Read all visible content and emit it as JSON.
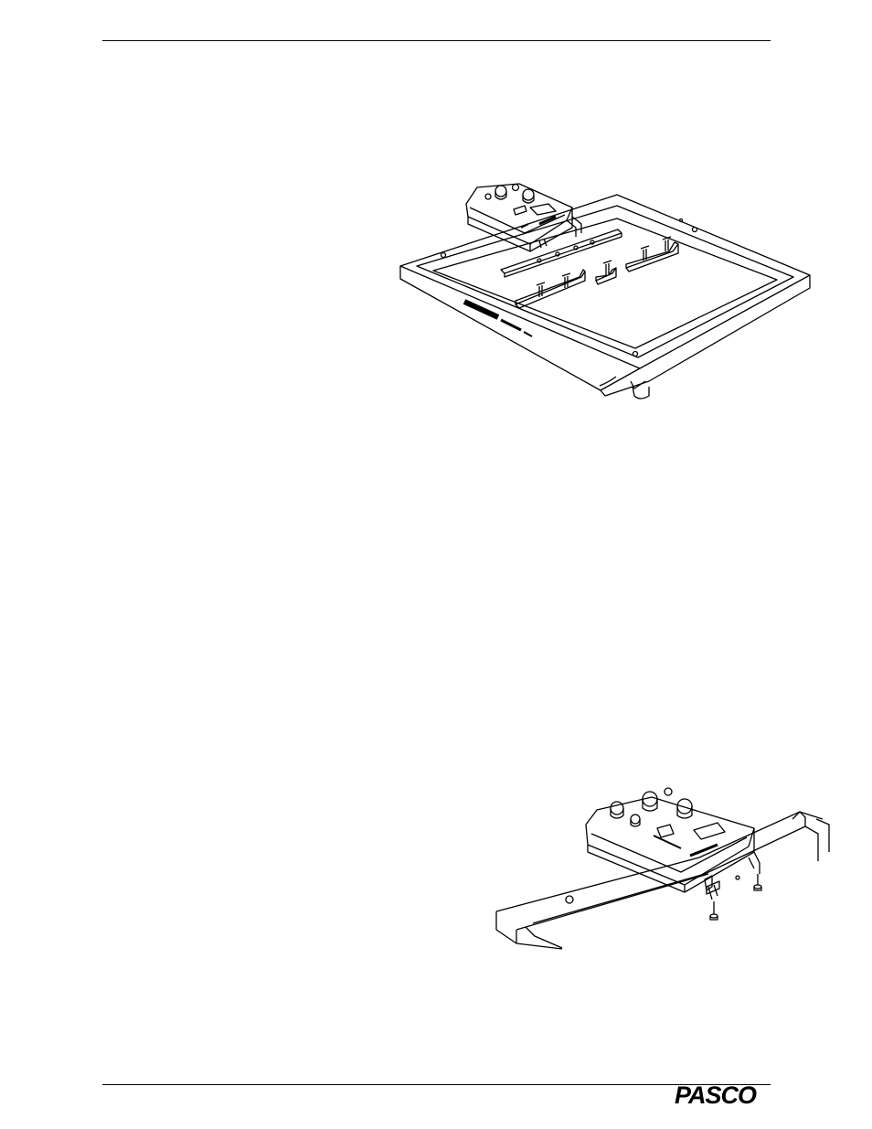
{
  "header": {
    "rule": true
  },
  "figures": [
    {
      "id": "tray-with-sensor-and-brackets",
      "kind": "line-drawing"
    },
    {
      "id": "sensor-mounted-on-tray-edge",
      "kind": "line-drawing"
    }
  ],
  "footer": {
    "logo_text": "PASCO"
  }
}
